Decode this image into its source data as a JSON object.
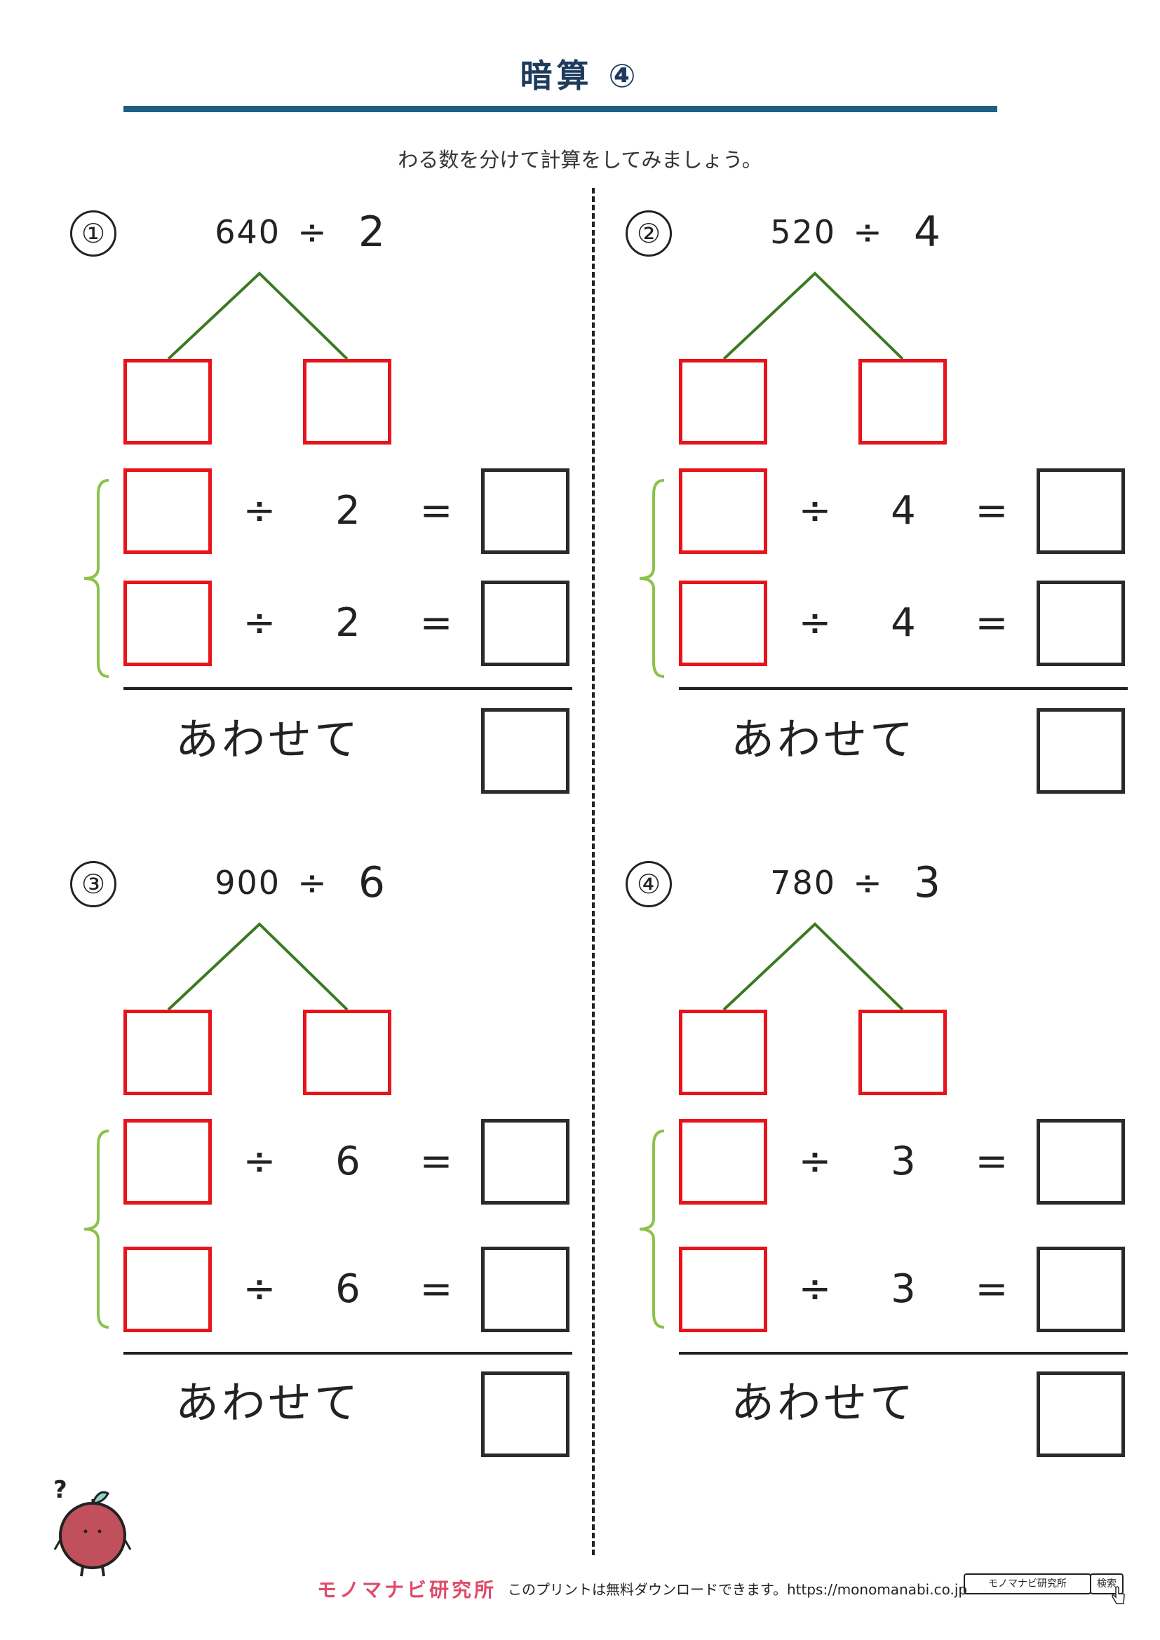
{
  "title": "暗算 ④",
  "instruction": "わる数を分けて計算をしてみましょう。",
  "symbols": {
    "divide": "÷",
    "equals": "="
  },
  "sum_label": "あわせて",
  "problems": [
    {
      "number": "①",
      "dividend": "640",
      "divisor": "2"
    },
    {
      "number": "②",
      "dividend": "520",
      "divisor": "4"
    },
    {
      "number": "③",
      "dividend": "900",
      "divisor": "6"
    },
    {
      "number": "④",
      "dividend": "780",
      "divisor": "3"
    }
  ],
  "footer": {
    "logo": "モノマナビ研究所",
    "text": "このプリントは無料ダウンロードできます。https://monomanabi.co.jp",
    "search_field": "モノマナビ研究所",
    "search_button": "検索"
  },
  "colors": {
    "answer_box_red": "#e8141b",
    "answer_box_black": "#2a2a2a",
    "tree_line": "#3a7a22",
    "bracket": "#8bc34a",
    "title_rule": "#1f5f86"
  },
  "icons": {
    "mascot": "apple-mascot-icon",
    "question": "question-mark-icon",
    "cursor": "hand-cursor-icon"
  }
}
